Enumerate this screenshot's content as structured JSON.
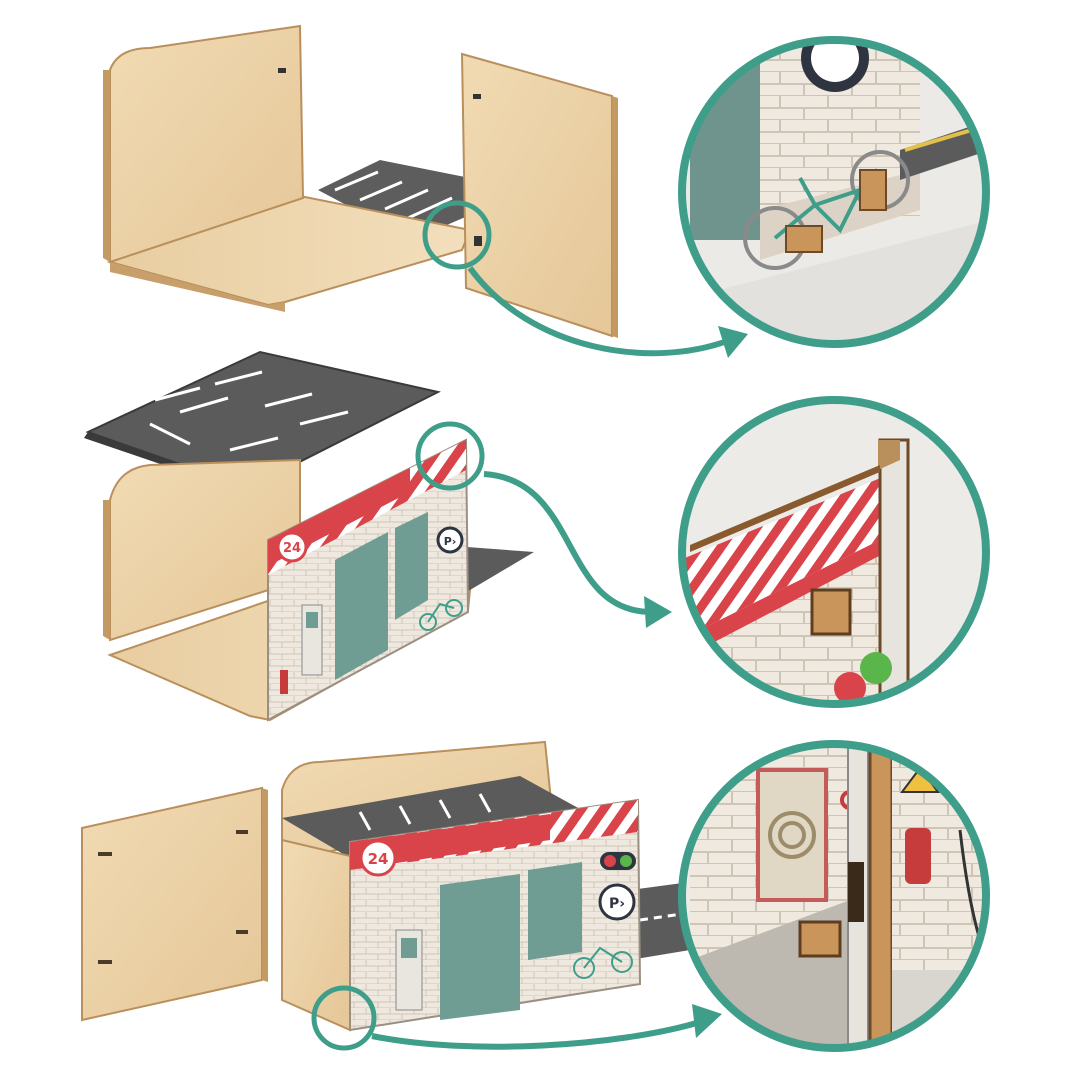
{
  "steps": [
    {
      "id": "step-1",
      "detail": "bicycle-rack-detail"
    },
    {
      "id": "step-2",
      "detail": "wall-tab-detail"
    },
    {
      "id": "step-3",
      "detail": "side-panel-joint-detail"
    }
  ],
  "sign": {
    "hours_badge": "24",
    "parking_symbol": "P›"
  },
  "colors": {
    "plywood": "#ecd2a8",
    "plywood_edge": "#b98f5c",
    "asphalt": "#5f5f5f",
    "accent_teal": "#3f9e8a",
    "sign_red": "#d9444a",
    "brick": "#ede6dc",
    "glass": "#6f9c93"
  },
  "icons": [
    "arrow-icon",
    "magnifier-circle-icon",
    "bicycle-icon",
    "parking-sign-icon",
    "fire-extinguisher-icon",
    "charger-icon",
    "traffic-light-icon"
  ]
}
